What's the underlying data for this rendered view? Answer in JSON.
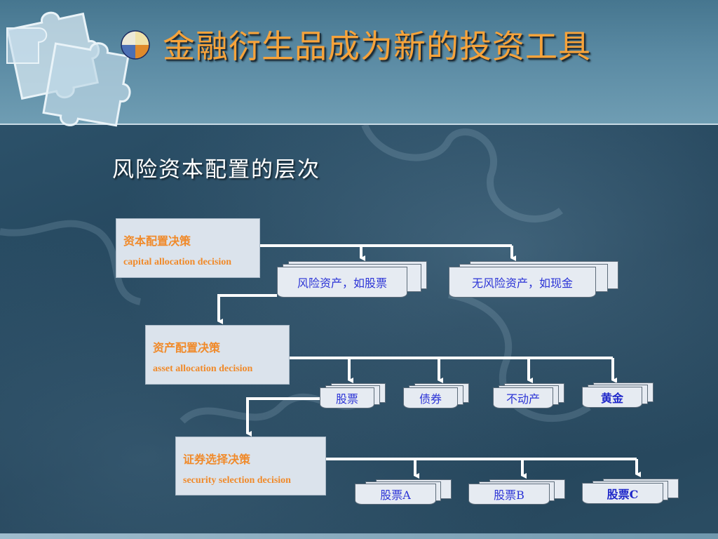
{
  "title": "金融衍生品成为新的投资工具",
  "subtitle": "风险资本配置的层次",
  "colors": {
    "title": "#f7a33a",
    "decision_text": "#f08a2a",
    "outcome_text": "#2b33d6",
    "connector": "#ffffff"
  },
  "levels": [
    {
      "decision_zh": "资本配置决策",
      "decision_en": "capital allocation decision",
      "outcomes": [
        "风险资产，如股票",
        "无风险资产，如现金"
      ]
    },
    {
      "decision_zh": "资产配置决策",
      "decision_en": "asset  allocation decision",
      "outcomes": [
        "股票",
        "债券",
        "不动产",
        "黄金"
      ]
    },
    {
      "decision_zh": "证券选择决策",
      "decision_en": "security  selection decision",
      "outcomes": [
        "股票A",
        "股票B",
        "股票C"
      ]
    }
  ]
}
